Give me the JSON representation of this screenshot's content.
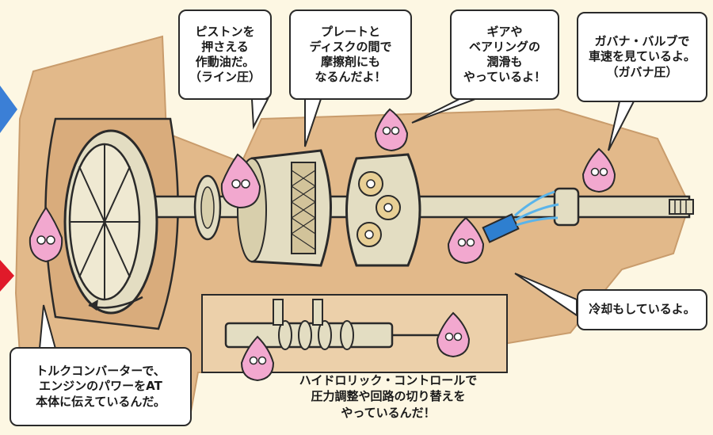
{
  "bubbles": {
    "piston": "ピストンを\n押さえる\n作動油だ。\n（ライン圧）",
    "plate": "プレートと\nディスクの間で\n摩擦剤にも\nなるんだよ！",
    "gear": "ギアや\nベアリングの\n潤滑も\nやっているよ！",
    "governor": "ガバナ・バルブで\n車速を見ているよ。\n（ガバナ圧）",
    "cooling": "冷却もしているよ。",
    "converter": "トルクコンバーターで、\nエンジンのパワーをAT\n本体に伝えているんだ。"
  },
  "hydraulic_caption": "ハイドロリック・コントロールで\n圧力調整や回路の切り替えを\nやっているんだ！",
  "colors": {
    "background": "#fdf7e3",
    "housing": "#e2b98a",
    "housing_light": "#ecd0aa",
    "parts": "#e3ddc2",
    "outline": "#2a2a2a",
    "mascot": "#f2a8cf",
    "arrow_blue": "#3b7fd6",
    "arrow_red": "#e01a2a",
    "hose": "#2e7fd0"
  }
}
